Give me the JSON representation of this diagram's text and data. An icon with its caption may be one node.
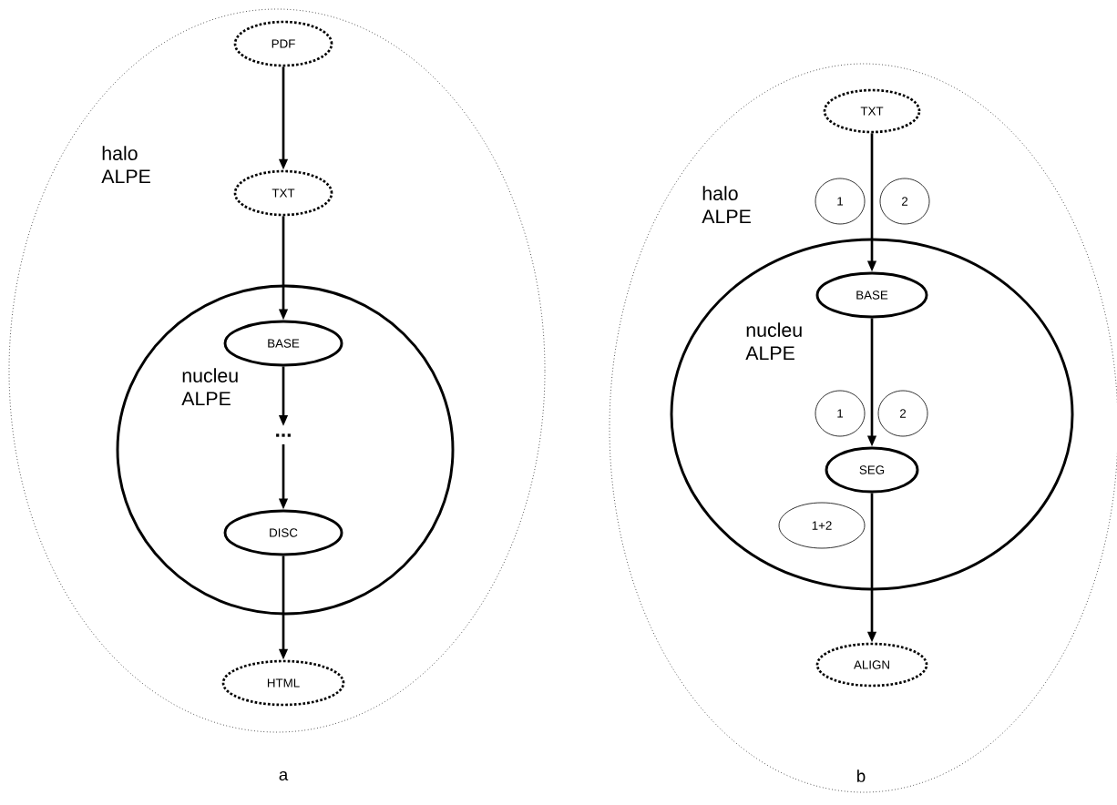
{
  "diagram": {
    "nodes": [
      {
        "text": [
          "halo ALPE"
        ]
      },
      {
        "text": [
          "PDF"
        ],
        "in": 0
      },
      {
        "text": [
          "TXT"
        ],
        "in": 0
      },
      {
        "text": [
          "nucleu ALPE"
        ],
        "in": 0
      },
      {
        "text": [
          "BASE"
        ],
        "in": 3
      },
      {
        "text": [
          "..."
        ],
        "in": 3
      },
      {
        "text": [
          "DISC"
        ],
        "in": 3
      },
      {
        "text": [
          "HTML"
        ],
        "in": 0
      },
      {
        "text": [
          "halo ALPE"
        ]
      },
      {
        "text": [
          "TXT"
        ],
        "in": 8
      },
      {
        "text": [
          "1"
        ],
        "in": 8
      },
      {
        "text": [
          "2"
        ],
        "in": 8
      },
      {
        "text": [
          "nucleu ALPE"
        ],
        "in": 8
      },
      {
        "text": [
          "BASE"
        ],
        "in": 12
      },
      {
        "text": [
          "1"
        ],
        "in": 12
      },
      {
        "text": [
          "2"
        ],
        "in": 12
      },
      {
        "text": [
          "SEG"
        ],
        "in": 12
      },
      {
        "text": [
          "1+2"
        ],
        "in": 12
      },
      {
        "text": [
          "ALIGN"
        ],
        "in": 8
      }
    ],
    "edges": [
      {
        "from": 1,
        "to": 2,
        "arrow": "to"
      },
      {
        "from": 2,
        "to": 4,
        "arrow": "to"
      },
      {
        "from": 4,
        "to": 5,
        "arrow": "to"
      },
      {
        "from": 5,
        "to": 6,
        "arrow": "to"
      },
      {
        "from": 6,
        "to": 7,
        "arrow": "to"
      },
      {
        "from": 9,
        "to": 13,
        "arrow": "to"
      },
      {
        "from": 13,
        "to": 16,
        "arrow": "to"
      },
      {
        "from": 16,
        "to": 18,
        "arrow": "to"
      }
    ],
    "labels": [
      "a",
      "b"
    ]
  }
}
